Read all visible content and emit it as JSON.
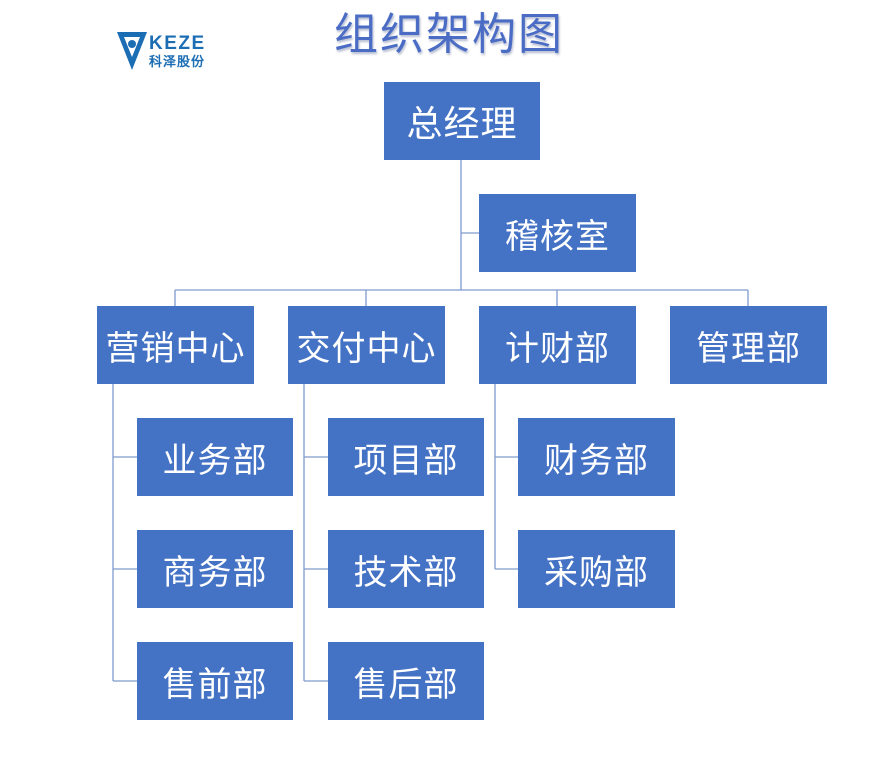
{
  "title": "组织架构图",
  "logo": {
    "name": "KEZE",
    "subtitle": "科泽股份",
    "icon": "keze-v-logo-icon",
    "color": "#1c6eb4"
  },
  "colors": {
    "box_fill": "#4472c4",
    "box_text": "#ffffff",
    "connector": "#7f9bcf",
    "title": "#4a6cc4"
  },
  "org": {
    "root": "总经理",
    "assistant": "稽核室",
    "departments": [
      {
        "name": "营销中心",
        "children": [
          "业务部",
          "商务部",
          "售前部"
        ]
      },
      {
        "name": "交付中心",
        "children": [
          "项目部",
          "技术部",
          "售后部"
        ]
      },
      {
        "name": "计财部",
        "children": [
          "财务部",
          "采购部"
        ]
      },
      {
        "name": "管理部",
        "children": []
      }
    ]
  }
}
